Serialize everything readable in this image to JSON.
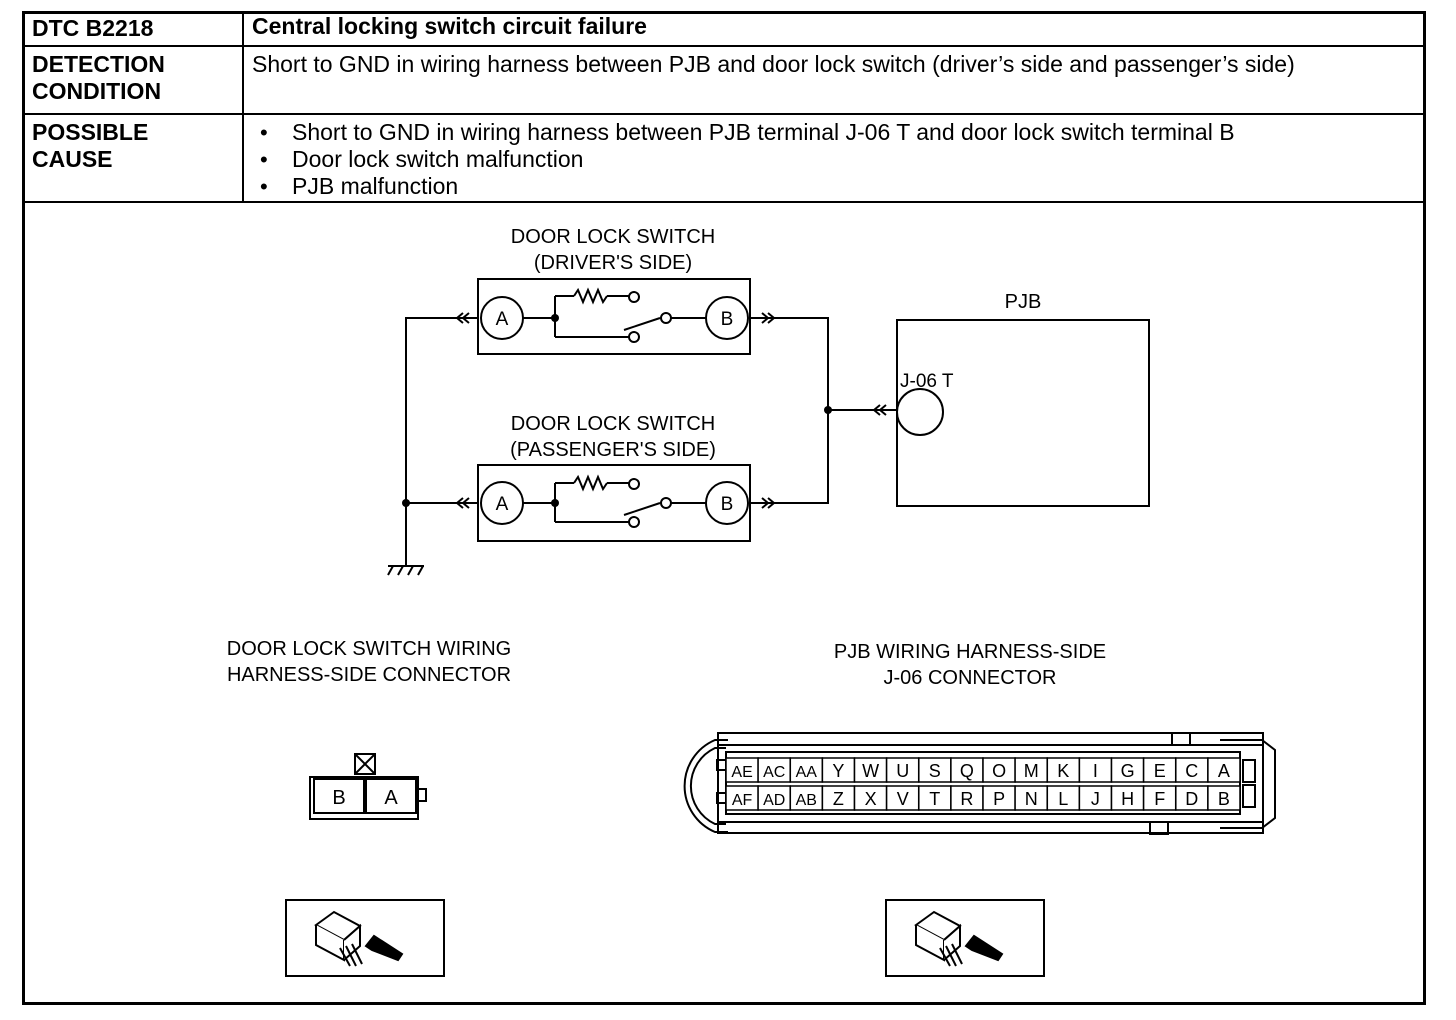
{
  "table": {
    "dtc_label": "DTC B2218",
    "dtc_value": "Central locking switch circuit failure",
    "detection_label_1": "DETECTION",
    "detection_label_2": "CONDITION",
    "detection_value": "Short to GND in wiring harness between PJB and door lock switch (driver’s side and passenger’s side)",
    "cause_label_1": "POSSIBLE",
    "cause_label_2": "CAUSE",
    "causes": [
      "Short to GND in wiring harness between PJB terminal J-06 T and door lock switch terminal B",
      "Door lock switch malfunction",
      "PJB malfunction"
    ]
  },
  "diagram": {
    "switch_driver_title_1": "DOOR LOCK SWITCH",
    "switch_driver_title_2": "(DRIVER'S SIDE)",
    "switch_pass_title_1": "DOOR LOCK SWITCH",
    "switch_pass_title_2": "(PASSENGER'S SIDE)",
    "terminal_a": "A",
    "terminal_b": "B",
    "pjb_title": "PJB",
    "pjb_terminal": "J-06 T"
  },
  "connectors": {
    "door_title_1": "DOOR LOCK SWITCH WIRING",
    "door_title_2": "HARNESS-SIDE CONNECTOR",
    "door_pins": [
      "B",
      "A"
    ],
    "pjb_title_1": "PJB WIRING HARNESS-SIDE",
    "pjb_title_2": "J-06 CONNECTOR",
    "pjb_row1": [
      "AE",
      "AC",
      "AA",
      "Y",
      "W",
      "U",
      "S",
      "Q",
      "O",
      "M",
      "K",
      "I",
      "G",
      "E",
      "C",
      "A"
    ],
    "pjb_row2": [
      "AF",
      "AD",
      "AB",
      "Z",
      "X",
      "V",
      "T",
      "R",
      "P",
      "N",
      "L",
      "J",
      "H",
      "F",
      "D",
      "B"
    ]
  }
}
